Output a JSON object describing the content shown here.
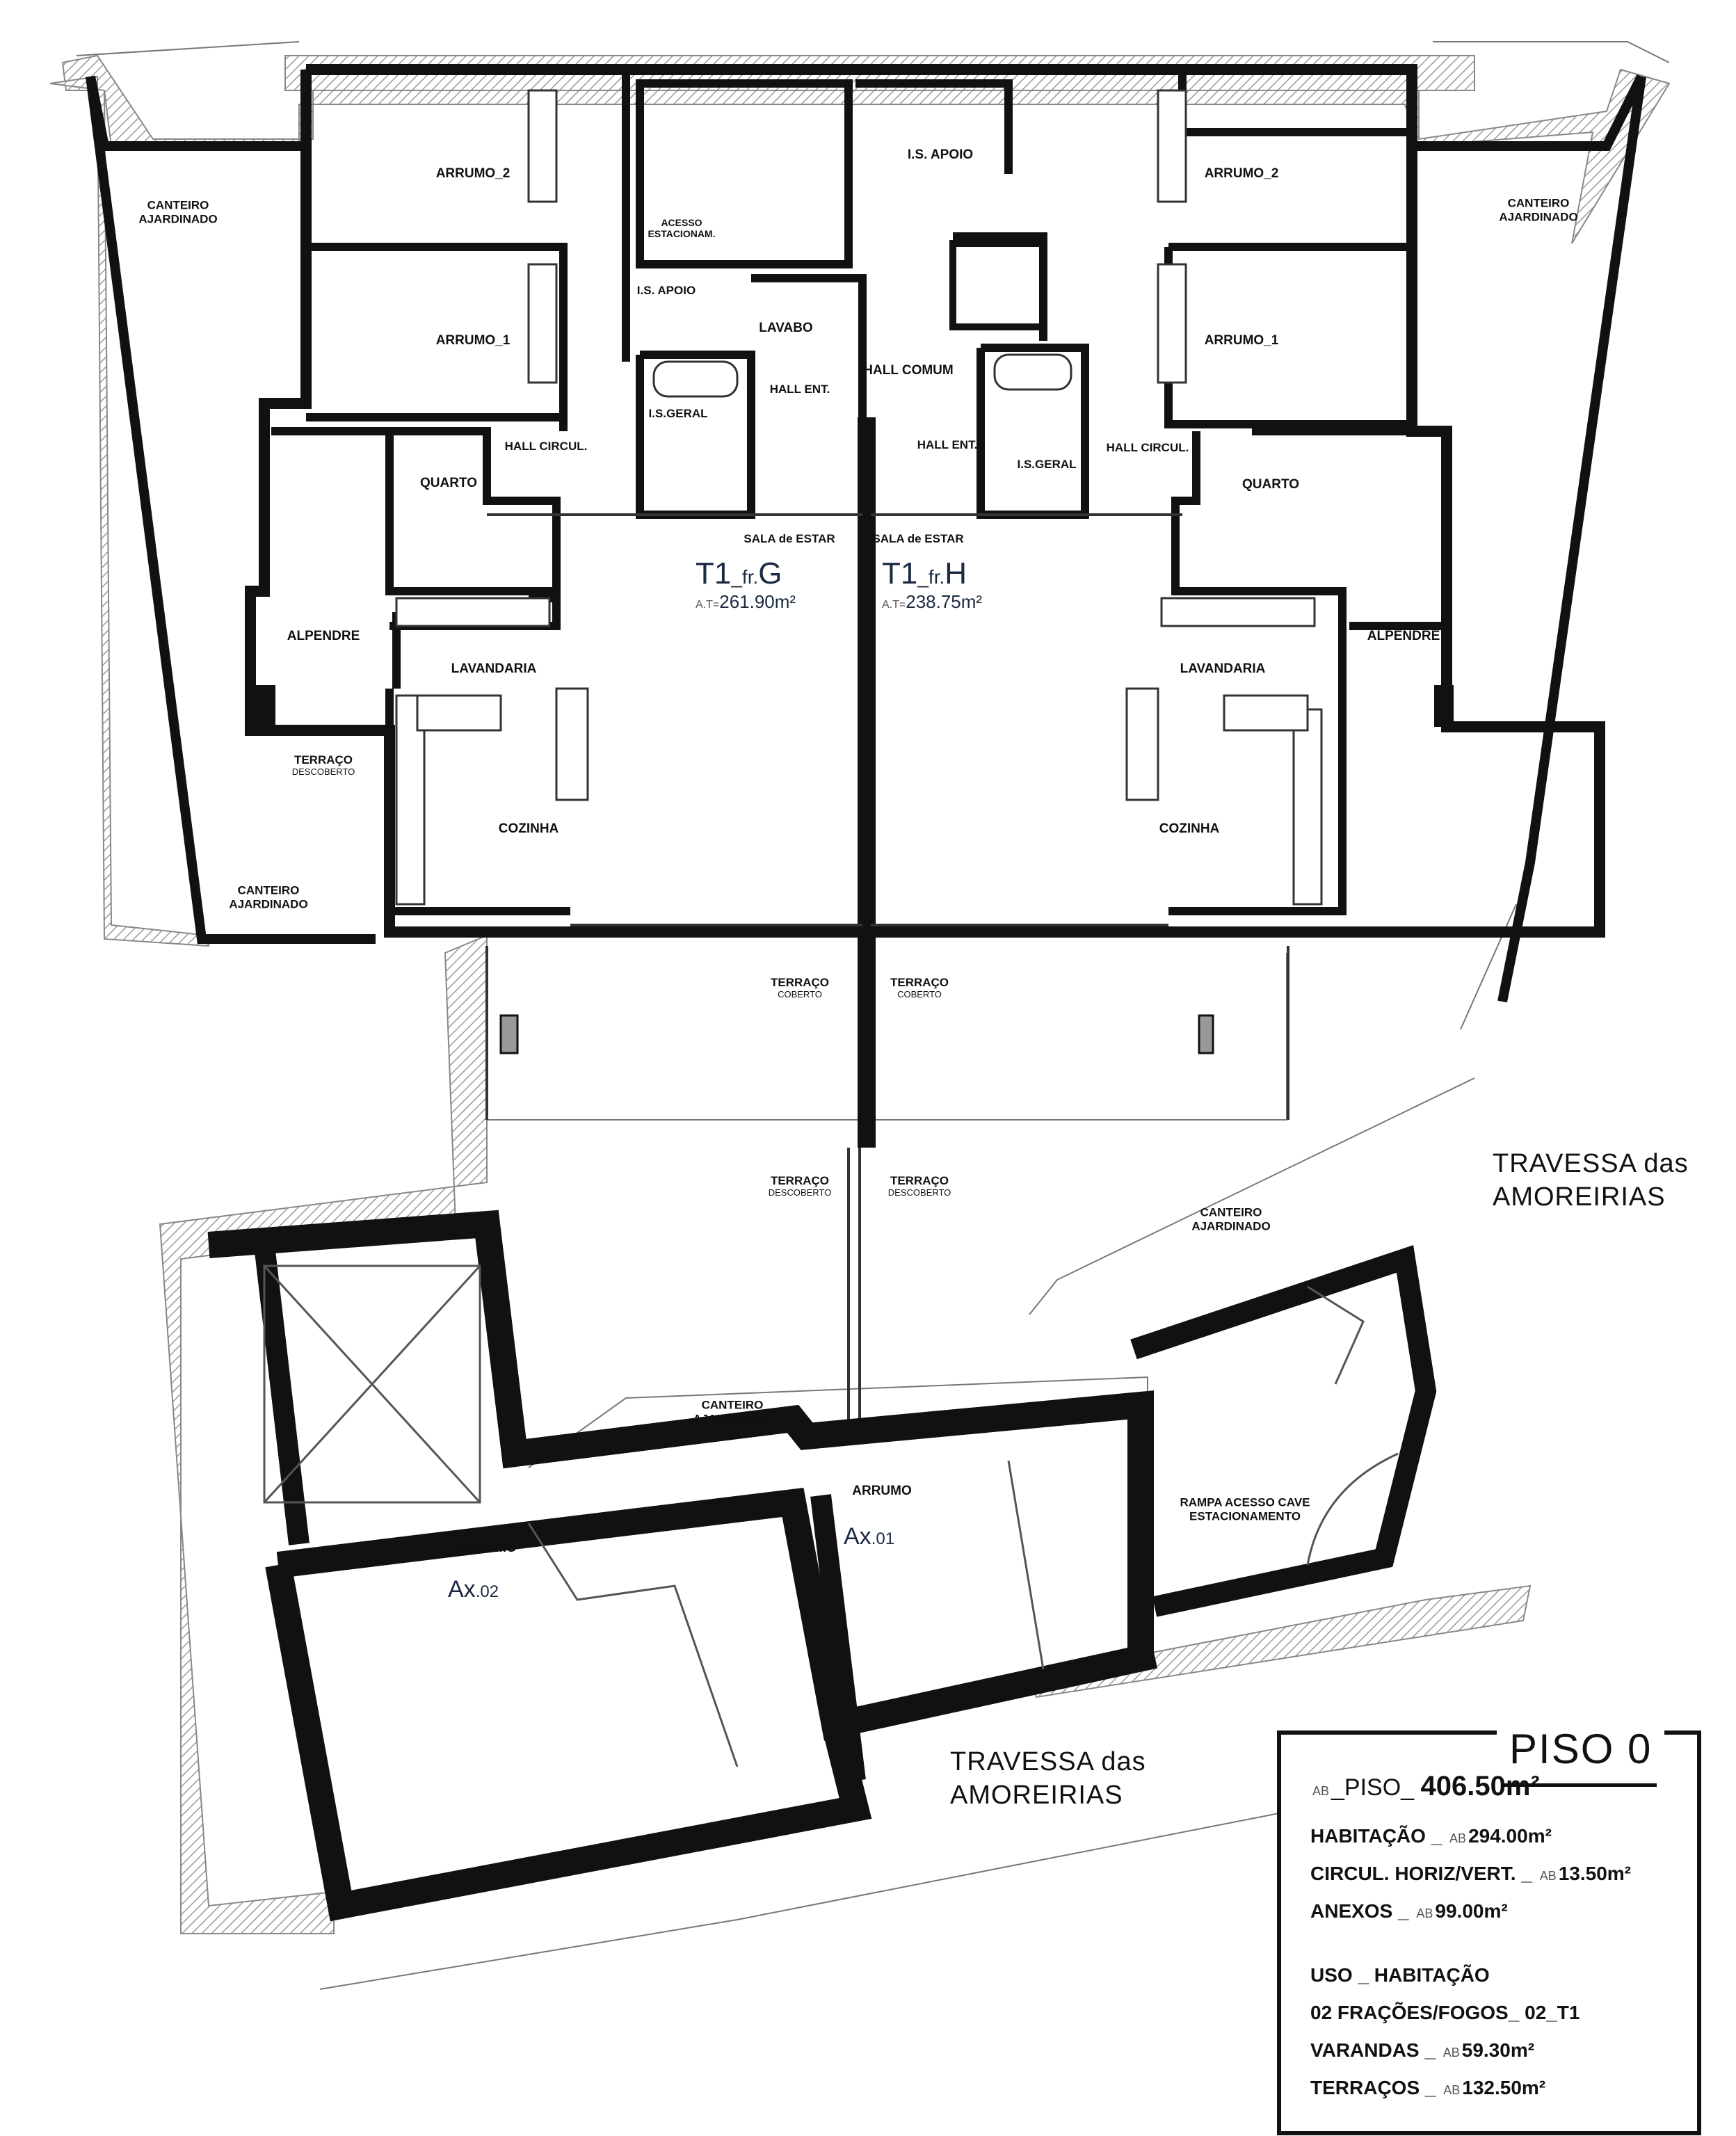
{
  "rooms": {
    "arrumo2_left": "ARRUMO_2",
    "arrumo1_left": "ARRUMO_1",
    "canteiro_tl_1": "CANTEIRO",
    "canteiro_tl_2": "AJARDINADO",
    "quarto_left": "QUARTO",
    "hall_circ_left": "HALL CIRCUL.",
    "is_geral_left": "I.S.GERAL",
    "is_apoio_left": "I.S. APOIO",
    "acesso_1": "ACESSO",
    "acesso_2": "ESTACIONAM.",
    "lavabo": "LAVABO",
    "hall_ent_left": "HALL ENT.",
    "hall_comum": "HALL COMUM",
    "is_apoio_top": "I.S. APOIO",
    "arrumo2_right": "ARRUMO_2",
    "arrumo1_right": "ARRUMO_1",
    "canteiro_tr_1": "CANTEIRO",
    "canteiro_tr_2": "AJARDINADO",
    "hall_ent_right": "HALL ENT.",
    "is_geral_right": "I.S.GERAL",
    "hall_circ_right": "HALL CIRCUL.",
    "quarto_right": "QUARTO",
    "sala_left": "SALA de ESTAR",
    "sala_right": "SALA de ESTAR",
    "alpendre_left": "ALPENDRE",
    "alpendre_right": "ALPENDRE",
    "lavandaria_left": "LAVANDARIA",
    "lavandaria_right": "LAVANDARIA",
    "terraco_left_1": "TERRAÇO",
    "terraco_left_2": "DESCOBERTO",
    "cozinha_left": "COZINHA",
    "cozinha_right": "COZINHA",
    "canteiro_ml_1": "CANTEIRO",
    "canteiro_ml_2": "AJARDINADO",
    "terraco_cob_l_1": "TERRAÇO",
    "terraco_cob_l_2": "COBERTO",
    "terraco_cob_r_1": "TERRAÇO",
    "terraco_cob_r_2": "COBERTO",
    "terraco_desc_l_1": "TERRAÇO",
    "terraco_desc_l_2": "DESCOBERTO",
    "terraco_desc_r_1": "TERRAÇO",
    "terraco_desc_r_2": "DESCOBERTO",
    "canteiro_mr_1": "CANTEIRO",
    "canteiro_mr_2": "AJARDINADO",
    "canteiro_b_1": "CANTEIRO",
    "canteiro_b_2": "AJARDINADO",
    "rampa_1": "RAMPA ACESSO CAVE",
    "rampa_2": "ESTACIONAMENTO",
    "arrumo_ax02": "ARRUMO",
    "arrumo_ax01": "ARRUMO"
  },
  "units": {
    "g": {
      "code": "T1",
      "fr": "_fr.",
      "letter": "G",
      "at_label": "A.T=",
      "area": "261.90m²"
    },
    "h": {
      "code": "T1",
      "fr": "_fr.",
      "letter": "H",
      "at_label": "A.T=",
      "area": "238.75m²"
    }
  },
  "annexes": {
    "ax02": {
      "code": "Ax",
      "num": ".02"
    },
    "ax01": {
      "code": "Ax",
      "num": ".01"
    }
  },
  "streets": {
    "right_line1": "TRAVESSA das",
    "right_line2": "AMOREIRIAS",
    "bottom_line1": "TRAVESSA das",
    "bottom_line2": "AMOREIRIAS"
  },
  "legend": {
    "title": "PISO 0",
    "ab": "AB",
    "piso_label": "_PISO_",
    "piso_value": "406.50m²",
    "habitacao_label": "HABITAÇÃO _",
    "habitacao_value": "294.00m²",
    "circul_label": "CIRCUL. HORIZ/VERT. _",
    "circul_value": "13.50m²",
    "anexos_label": "ANEXOS _",
    "anexos_value": "99.00m²",
    "uso": "USO _ HABITAÇÃO",
    "fracoes": "02 FRAÇÕES/FOGOS_ 02_T1",
    "varandas_label": "VARANDAS _",
    "varandas_value": "59.30m²",
    "terracos_label": "TERRAÇOS _",
    "terracos_value": "132.50m²"
  }
}
